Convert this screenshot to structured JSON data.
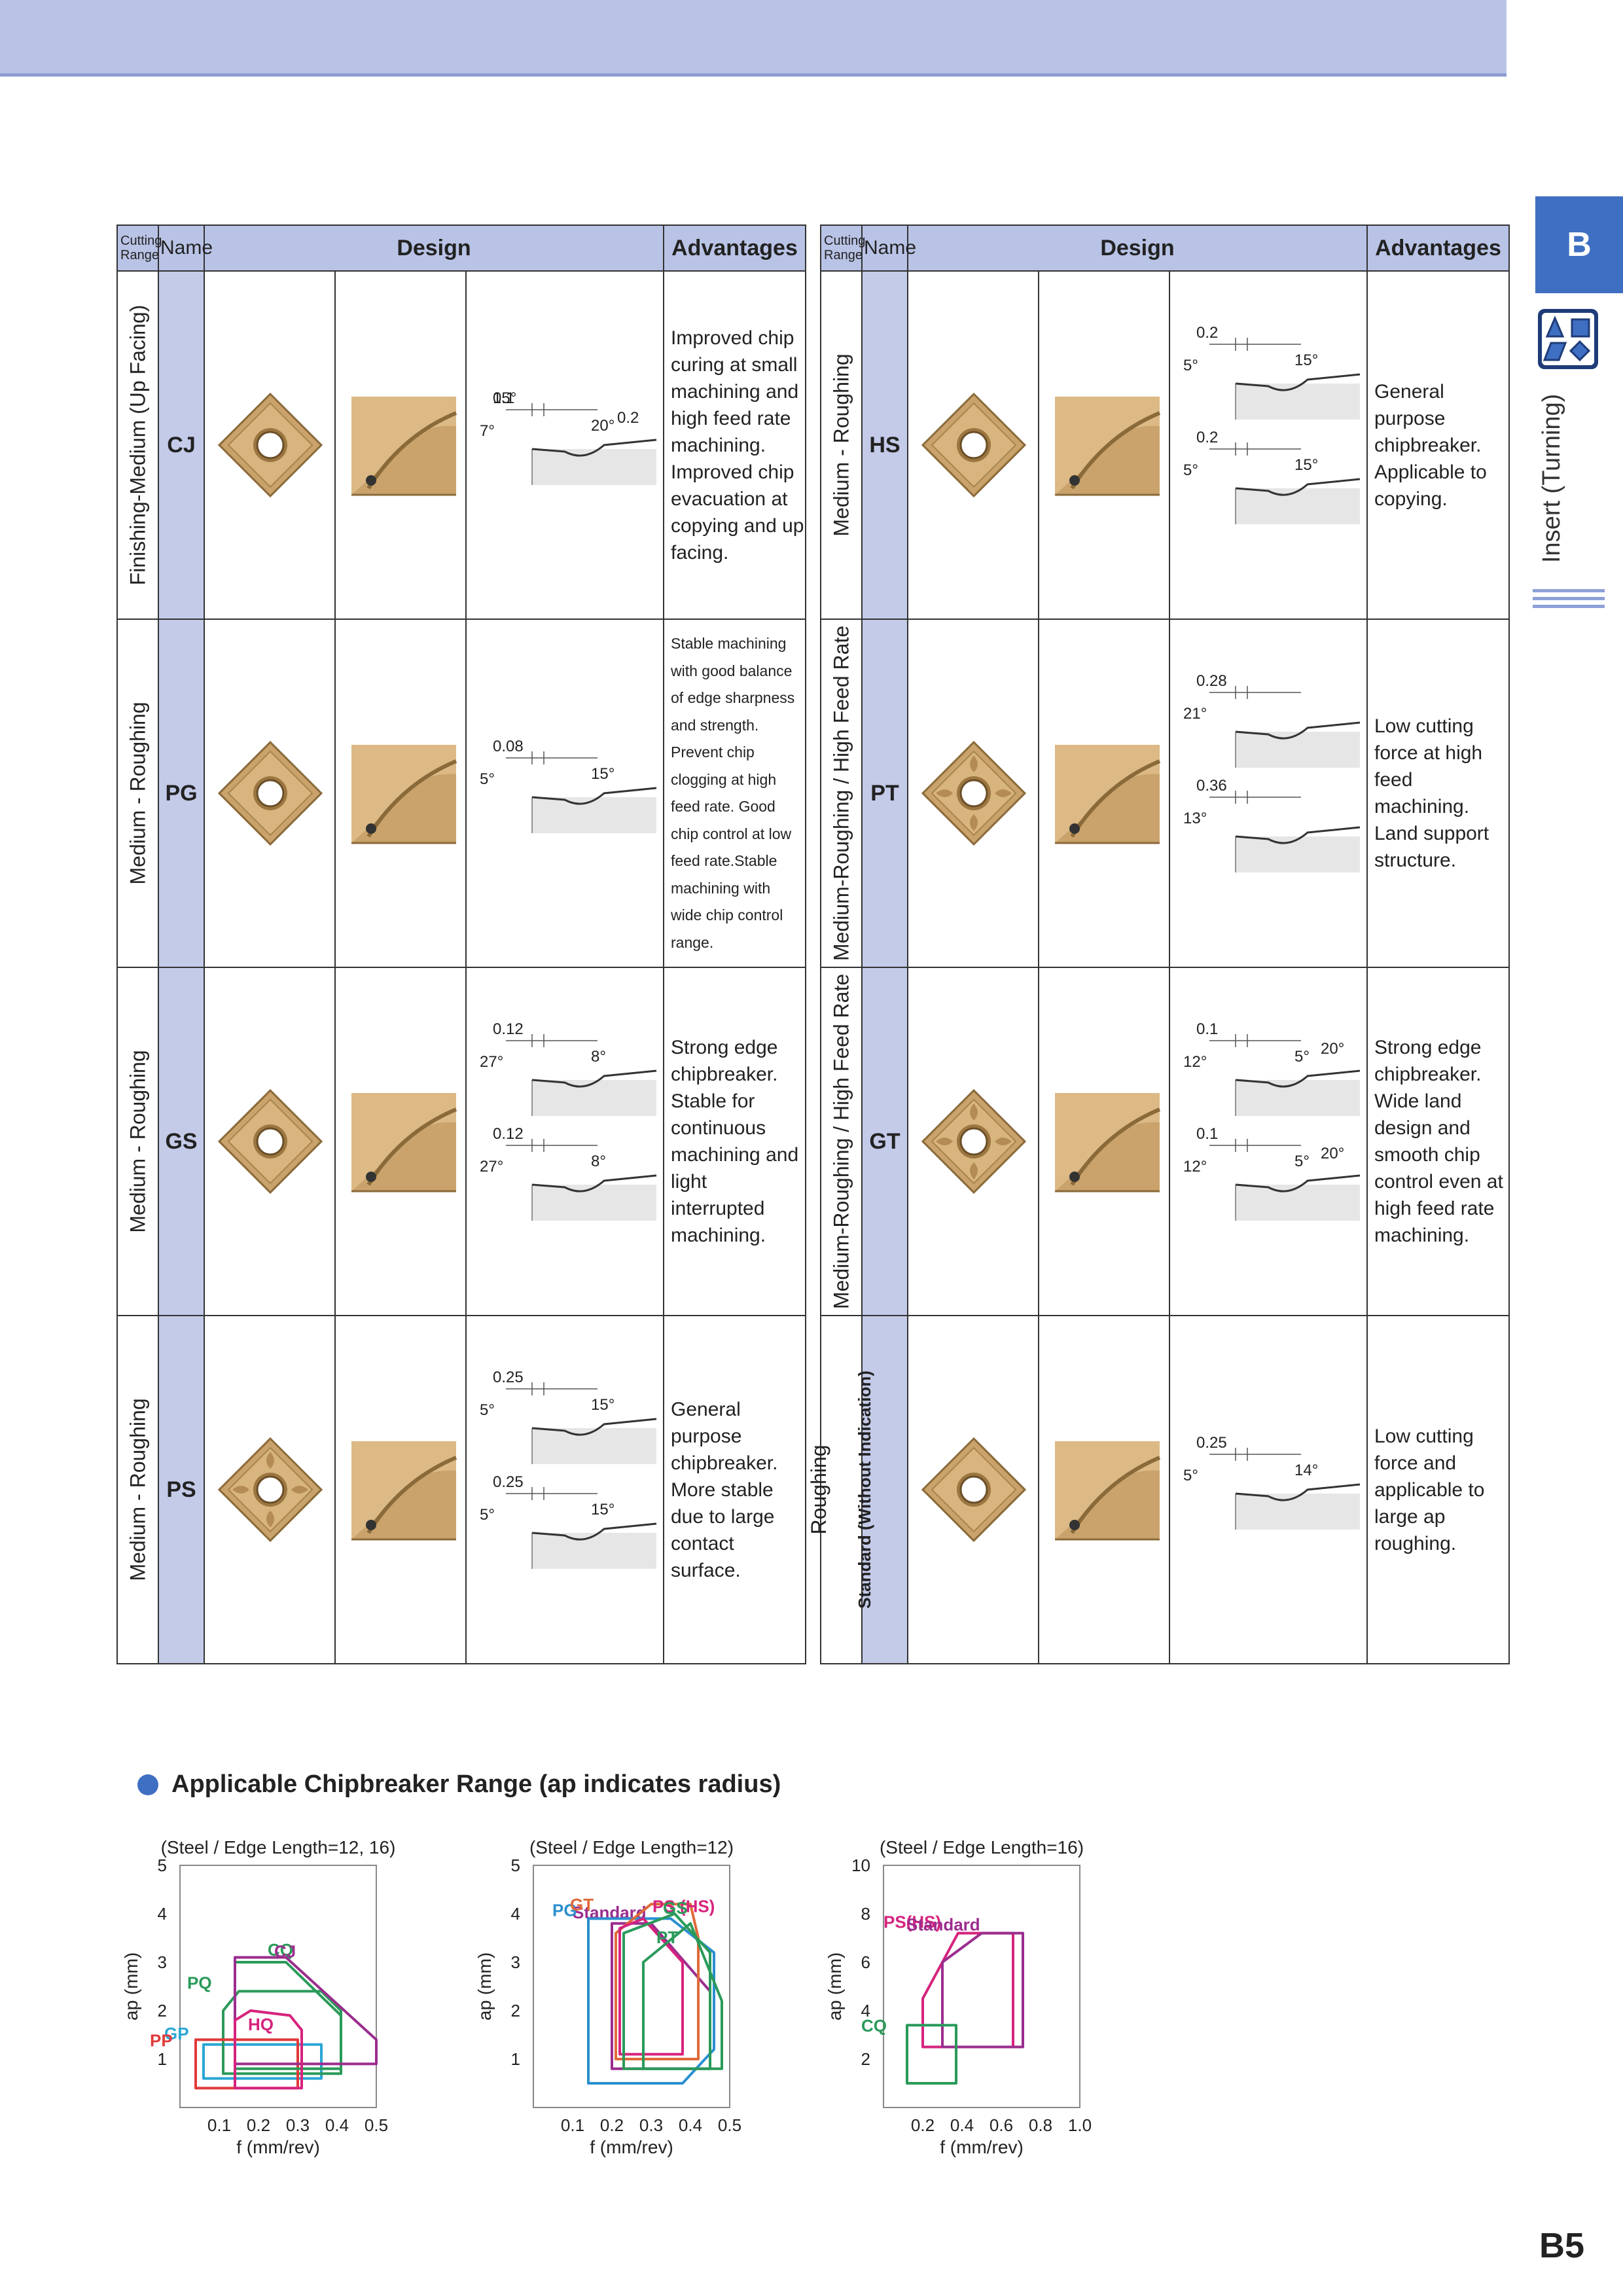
{
  "tab": {
    "letter": "B",
    "side_label": "Insert (Turning)"
  },
  "table_headers": {
    "cutting_range": "Cutting Range",
    "cutting_range_l1": "Cutting",
    "cutting_range_l2": "Range",
    "name": "Name",
    "design": "Design",
    "advantages": "Advantages"
  },
  "left_rows": [
    {
      "range": "Finishing-Medium (Up Facing)",
      "name": "CJ",
      "advantages": "Improved chip curing at small machining and high feed rate machining. Improved chip evacuation at copying and up facing.",
      "dims": [
        "0.1",
        "7°",
        "20°",
        "0.2",
        "15°"
      ],
      "small": false
    },
    {
      "range": "Medium - Roughing",
      "name": "PG",
      "advantages": "Stable machining with good balance of edge sharpness and strength. Prevent chip clogging at high feed rate. Good chip control at low feed rate.Stable machining with wide chip control range.",
      "dims": [
        "0.08",
        "5°",
        "15°"
      ],
      "small": true
    },
    {
      "range": "Medium - Roughing",
      "name": "GS",
      "advantages": "Strong edge chipbreaker. Stable for continuous machining and light interrupted machining.",
      "dims": [
        "0.12",
        "27°",
        "8°",
        "0.12",
        "27°",
        "8°"
      ],
      "small": false
    },
    {
      "range": "Medium - Roughing",
      "name": "PS",
      "advantages": "General purpose chipbreaker. More stable due to large contact surface.",
      "dims": [
        "0.25",
        "5°",
        "15°",
        "0.25",
        "5°",
        "15°"
      ],
      "small": false
    }
  ],
  "right_rows": [
    {
      "range": "Medium - Roughing",
      "name": "HS",
      "advantages": "General purpose chipbreaker. Applicable to copying.",
      "dims": [
        "0.2",
        "5°",
        "15°",
        "0.2",
        "5°",
        "15°"
      ],
      "small": false
    },
    {
      "range": "Medium-Roughing / High Feed Rate",
      "name": "PT",
      "advantages": "Low cutting force at high feed machining. Land support structure.",
      "dims": [
        "0.28",
        "21°",
        "0.36",
        "13°"
      ],
      "small": false
    },
    {
      "range": "Medium-Roughing / High Feed Rate",
      "name": "GT",
      "advantages": "Strong edge chipbreaker. Wide land design and smooth chip control even at high feed rate machining.",
      "dims": [
        "0.1",
        "12°",
        "5°",
        "20°",
        "0.1",
        "12°",
        "5°",
        "20°"
      ],
      "small": false
    },
    {
      "range": "Roughing",
      "range_sub": "Standard (Without Indication)",
      "name": "",
      "advantages": "Low cutting force and applicable to large ap roughing.",
      "dims": [
        "0.25",
        "5°",
        "14°"
      ],
      "small": false
    }
  ],
  "section_title": "Applicable Chipbreaker Range (ap indicates radius)",
  "page_number": "B5",
  "colors": {
    "topbar": "#b9c3e6",
    "tab": "#3e6fc2",
    "insert_gold": "#c9a36b"
  },
  "chart_data": [
    {
      "type": "area",
      "title": "(Steel / Edge Length=12, 16)",
      "xlabel": "f (mm/rev)",
      "ylabel": "ap (mm)",
      "xlim": [
        0,
        0.5
      ],
      "ylim": [
        0,
        5
      ],
      "x_ticks": [
        "0.1",
        "0.2",
        "0.3",
        "0.4",
        "0.5"
      ],
      "y_ticks": [
        "1",
        "2",
        "3",
        "4",
        "5"
      ],
      "series": [
        {
          "name": "GP",
          "color": "#2aa6d4",
          "points": [
            [
              0.06,
              0.6
            ],
            [
              0.06,
              1.3
            ],
            [
              0.36,
              1.3
            ],
            [
              0.36,
              0.6
            ]
          ]
        },
        {
          "name": "PQ",
          "color": "#2a9a5a",
          "points": [
            [
              0.11,
              0.7
            ],
            [
              0.11,
              2.0
            ],
            [
              0.15,
              2.4
            ],
            [
              0.36,
              2.4
            ],
            [
              0.41,
              2.0
            ],
            [
              0.41,
              0.7
            ]
          ]
        },
        {
          "name": "PP",
          "color": "#e03a3a",
          "points": [
            [
              0.04,
              0.4
            ],
            [
              0.04,
              1.4
            ],
            [
              0.3,
              1.4
            ],
            [
              0.3,
              0.4
            ]
          ]
        },
        {
          "name": "CQ",
          "color": "#2a9a5a",
          "points": [
            [
              0.14,
              0.8
            ],
            [
              0.14,
              3.0
            ],
            [
              0.27,
              3.0
            ],
            [
              0.41,
              1.9
            ],
            [
              0.41,
              0.8
            ]
          ]
        },
        {
          "name": "CJ",
          "color": "#9b2d8e",
          "points": [
            [
              0.14,
              0.9
            ],
            [
              0.14,
              3.1
            ],
            [
              0.27,
              3.1
            ],
            [
              0.5,
              1.4
            ],
            [
              0.5,
              0.9
            ]
          ]
        },
        {
          "name": "HQ",
          "color": "#d6237d",
          "points": [
            [
              0.14,
              0.4
            ],
            [
              0.14,
              1.8
            ],
            [
              0.18,
              2.0
            ],
            [
              0.28,
              1.9
            ],
            [
              0.31,
              1.6
            ],
            [
              0.31,
              0.4
            ]
          ]
        }
      ]
    },
    {
      "type": "area",
      "title": "(Steel / Edge Length=12)",
      "xlabel": "f (mm/rev)",
      "ylabel": "ap (mm)",
      "xlim": [
        0,
        0.5
      ],
      "ylim": [
        0,
        5
      ],
      "x_ticks": [
        "0.1",
        "0.2",
        "0.3",
        "0.4",
        "0.5"
      ],
      "y_ticks": [
        "1",
        "2",
        "3",
        "4",
        "5"
      ],
      "series": [
        {
          "name": "Standard",
          "color": "#9b2d8e",
          "points": [
            [
              0.2,
              0.8
            ],
            [
              0.2,
              3.8
            ],
            [
              0.3,
              3.8
            ],
            [
              0.45,
              2.4
            ],
            [
              0.45,
              0.8
            ]
          ]
        },
        {
          "name": "PG",
          "color": "#2a8fd0",
          "points": [
            [
              0.14,
              0.5
            ],
            [
              0.14,
              3.9
            ],
            [
              0.35,
              3.9
            ],
            [
              0.46,
              3.2
            ],
            [
              0.46,
              1.2
            ],
            [
              0.38,
              0.5
            ]
          ]
        },
        {
          "name": "GT",
          "color": "#e06a3a",
          "points": [
            [
              0.21,
              1.0
            ],
            [
              0.21,
              3.6
            ],
            [
              0.3,
              4.2
            ],
            [
              0.4,
              4.2
            ],
            [
              0.42,
              3.5
            ],
            [
              0.42,
              1.0
            ]
          ]
        },
        {
          "name": "PS (HS)",
          "color": "#d6237d",
          "points": [
            [
              0.22,
              1.1
            ],
            [
              0.22,
              3.7
            ],
            [
              0.28,
              3.9
            ],
            [
              0.38,
              3.0
            ],
            [
              0.38,
              1.1
            ]
          ]
        },
        {
          "name": "GS",
          "color": "#2a9a5a",
          "points": [
            [
              0.23,
              0.8
            ],
            [
              0.23,
              3.6
            ],
            [
              0.36,
              4.0
            ],
            [
              0.45,
              3.2
            ],
            [
              0.45,
              0.8
            ]
          ]
        },
        {
          "name": "PT",
          "color": "#2a9a5a",
          "points": [
            [
              0.28,
              0.8
            ],
            [
              0.28,
              3.0
            ],
            [
              0.4,
              3.8
            ],
            [
              0.48,
              2.2
            ],
            [
              0.48,
              0.8
            ]
          ]
        }
      ]
    },
    {
      "type": "area",
      "title": "(Steel / Edge Length=16)",
      "xlabel": "f (mm/rev)",
      "ylabel": "ap (mm)",
      "xlim": [
        0,
        1.0
      ],
      "ylim": [
        0,
        10
      ],
      "x_ticks": [
        "0.2",
        "0.4",
        "0.6",
        "0.8",
        "1.0"
      ],
      "y_ticks": [
        "2",
        "4",
        "6",
        "8",
        "10"
      ],
      "series": [
        {
          "name": "PS(HS)",
          "color": "#d6237d",
          "points": [
            [
              0.2,
              2.5
            ],
            [
              0.2,
              4.5
            ],
            [
              0.38,
              7.2
            ],
            [
              0.66,
              7.2
            ],
            [
              0.66,
              2.5
            ]
          ]
        },
        {
          "name": "Standard",
          "color": "#9b2d8e",
          "points": [
            [
              0.3,
              2.5
            ],
            [
              0.3,
              6.0
            ],
            [
              0.5,
              7.2
            ],
            [
              0.71,
              7.2
            ],
            [
              0.71,
              2.5
            ]
          ]
        },
        {
          "name": "CQ",
          "color": "#2a9a5a",
          "points": [
            [
              0.12,
              1.0
            ],
            [
              0.12,
              3.4
            ],
            [
              0.37,
              3.4
            ],
            [
              0.37,
              1.0
            ]
          ]
        }
      ]
    }
  ]
}
